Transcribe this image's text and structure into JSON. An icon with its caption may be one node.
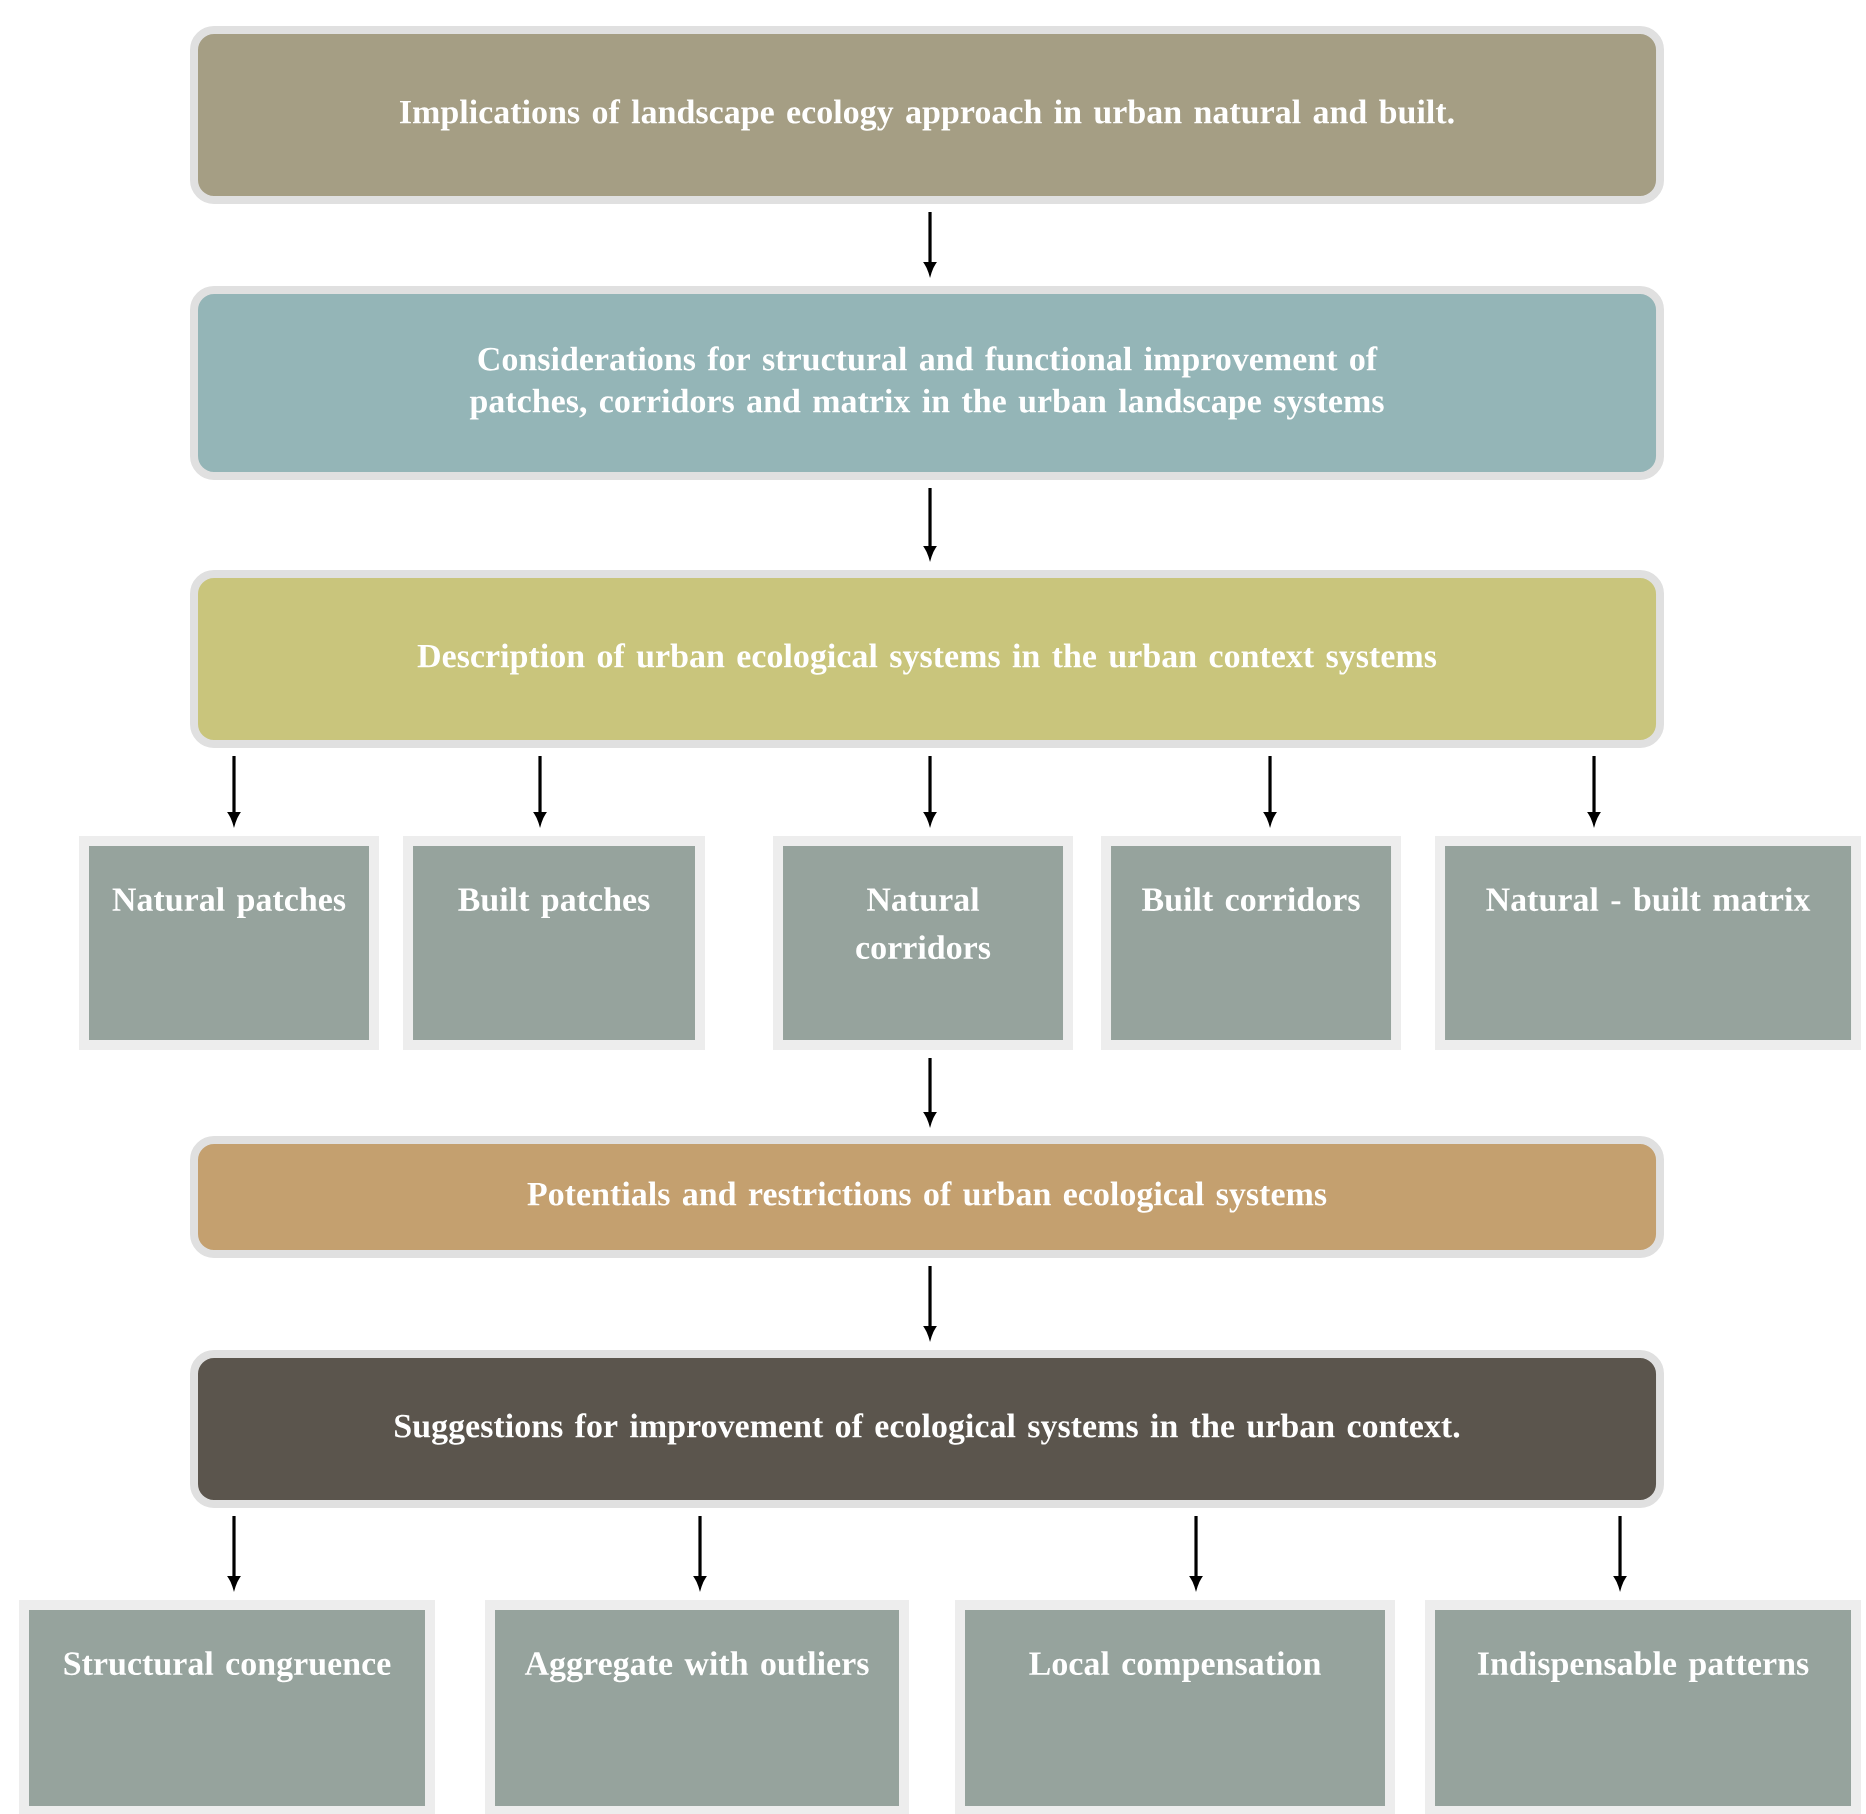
{
  "diagram": {
    "nodes": [
      {
        "text": [
          "Implications of landscape ecology approach in urban natural and built."
        ]
      },
      {
        "text": [
          "Considerations for structural and functional improvement of patches, corridors and matrix in the urban landscape systems"
        ]
      },
      {
        "text": [
          "Description of urban ecological systems in the urban context systems"
        ]
      },
      {
        "text": [
          "Natural patches"
        ]
      },
      {
        "text": [
          "Built patches"
        ]
      },
      {
        "text": [
          "Natural corridors"
        ]
      },
      {
        "text": [
          "Built corridors"
        ]
      },
      {
        "text": [
          "Natural - built matrix"
        ]
      },
      {
        "text": [
          "Potentials and restrictions of urban ecological systems"
        ]
      },
      {
        "text": [
          "Suggestions for improvement of ecological systems in the urban context."
        ]
      },
      {
        "text": [
          "Structural congruence"
        ]
      },
      {
        "text": [
          "Aggregate with outliers"
        ]
      },
      {
        "text": [
          "Local compensation"
        ]
      },
      {
        "text": [
          "Indispensable patterns"
        ]
      }
    ],
    "edges": [
      {
        "from": 0,
        "to": 1,
        "arrow": "to"
      },
      {
        "from": 1,
        "to": 2,
        "arrow": "to"
      },
      {
        "from": 2,
        "to": 3,
        "arrow": "to"
      },
      {
        "from": 2,
        "to": 4,
        "arrow": "to"
      },
      {
        "from": 2,
        "to": 5,
        "arrow": "to"
      },
      {
        "from": 2,
        "to": 6,
        "arrow": "to"
      },
      {
        "from": 2,
        "to": 7,
        "arrow": "to"
      },
      {
        "from": 5,
        "to": 8,
        "arrow": "to"
      },
      {
        "from": 8,
        "to": 9,
        "arrow": "to"
      },
      {
        "from": 9,
        "to": 10,
        "arrow": "to"
      },
      {
        "from": 9,
        "to": 11,
        "arrow": "to"
      },
      {
        "from": 9,
        "to": 12,
        "arrow": "to"
      },
      {
        "from": 9,
        "to": 13,
        "arrow": "to"
      }
    ]
  }
}
